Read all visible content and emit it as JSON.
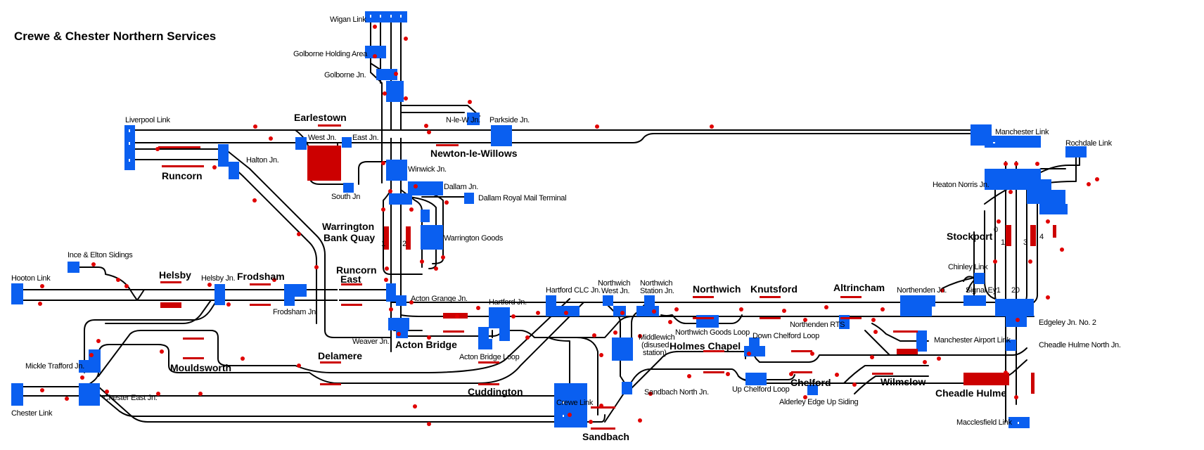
{
  "title": "Crewe & Chester Northern Services",
  "stations": {
    "earlestown": "Earlestown",
    "newton_le_willows": "Newton-le-Willows",
    "runcorn": "Runcorn",
    "warrington_bank_quay_1": "Warrington",
    "warrington_bank_quay_2": "Bank Quay",
    "runcorn_east_1": "Runcorn",
    "runcorn_east_2": "East",
    "helsby": "Helsby",
    "frodsham": "Frodsham",
    "acton_bridge": "Acton Bridge",
    "delamere": "Delamere",
    "mouldsworth": "Mouldsworth",
    "cuddington": "Cuddington",
    "sandbach": "Sandbach",
    "northwich": "Northwich",
    "knutsford": "Knutsford",
    "altrincham": "Altrincham",
    "holmes_chapel": "Holmes Chapel",
    "chelford": "Chelford",
    "wilmslow": "Wilmslow",
    "cheadle_hulme": "Cheadle Hulme",
    "stockport": "Stockport"
  },
  "labels": {
    "wigan_link": "Wigan Link",
    "golborne_holding": "Golborne Holding Area",
    "golborne_jn": "Golborne Jn.",
    "liverpool_link": "Liverpool Link",
    "west_jn": "West Jn.",
    "east_jn": "East Jn.",
    "nlew_jn": "N-le-W Jn.",
    "parkside_jn": "Parkside Jn.",
    "manchester_link": "Manchester Link",
    "rochdale_link": "Rochdale Link",
    "halton_jn": "Halton Jn.",
    "winwick_jn": "Winwick Jn.",
    "south_jn": "South Jn",
    "dallam_jn": "Dallam Jn.",
    "dallam_royal_mail": "Dallam Royal Mail Terminal",
    "warrington_goods": "Warrington Goods",
    "heaton_norris_jn": "Heaton Norris Jn.",
    "ince_elton": "Ince & Elton Sidings",
    "hooton_link": "Hooton Link",
    "helsby_jn": "Helsby Jn.",
    "frodsham_jn": "Frodsham Jn.",
    "acton_grange_jn": "Acton Grange Jn.",
    "hartford_clc_jn": "Hartford CLC Jn.",
    "northwich_west_jn_1": "Northwich",
    "northwich_west_jn_2": "West Jn.",
    "northwich_station_jn_1": "Northwich",
    "northwich_station_jn_2": "Station Jn.",
    "hartford_jn": "Hartford Jn.",
    "weaver_jn": "Weaver Jn.",
    "acton_bridge_loop": "Acton Bridge Loop",
    "northwich_goods_loop": "Northwich Goods Loop",
    "northenden_rts": "Northenden RTS",
    "northenden_jn": "Northenden Jn.",
    "chinley_link": "Chinley Link",
    "signal_ey1": "Signal Ey1",
    "signal_20": "20",
    "edgeley_jn2": "Edgeley Jn. No. 2",
    "middlewich_1": "Middlewich",
    "middlewich_2": "(disused",
    "middlewich_3": "station)",
    "down_chelford_loop": "Down Chelford Loop",
    "manchester_airport_link": "Manchester Airport Link",
    "cheadle_hulme_north_jn": "Cheadle Hulme North Jn.",
    "mickle_trafford_jn": "Mickle Trafford Jn.",
    "chester_east_jn": "Chester East Jn.",
    "chester_link": "Chester Link",
    "crewe_link": "Crewe Link",
    "sandbach_north_jn": "Sandbach North Jn.",
    "up_chelford_loop": "Up Chelford Loop",
    "alderley_edge_up_siding": "Alderley Edge Up Siding",
    "macclesfield_link": "Macclesfield Link"
  },
  "platform_numbers": {
    "wbq_1": "1",
    "wbq_2": "2",
    "stockport_0": "0",
    "stockport_1": "1",
    "stockport_3": "3",
    "stockport_4": "4"
  },
  "colors": {
    "track": "#000000",
    "block": "#0a5ff0",
    "platform": "#cc0000",
    "signal": "#e00000",
    "background": "#ffffff"
  }
}
